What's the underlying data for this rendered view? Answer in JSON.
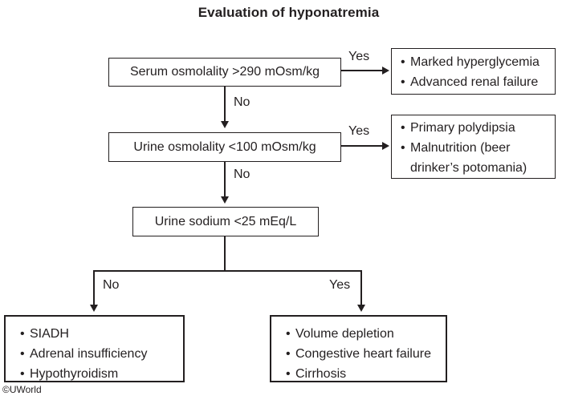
{
  "title": "Evaluation of hyponatremia",
  "watermark": "©UWorld",
  "colors": {
    "ink": "#231f20",
    "background": "#ffffff"
  },
  "flow": {
    "decision1": {
      "label": "Serum osmolality >290 mOsm/kg",
      "yes": "Yes",
      "no": "No"
    },
    "outcome1": {
      "items": [
        "Marked hyperglycemia",
        "Advanced renal failure"
      ]
    },
    "decision2": {
      "label": "Urine osmolality <100 mOsm/kg",
      "yes": "Yes",
      "no": "No"
    },
    "outcome2": {
      "items": [
        "Primary polydipsia",
        "Malnutrition (beer drinker’s potomania)"
      ]
    },
    "decision3": {
      "label": "Urine sodium <25 mEq/L",
      "yes": "Yes",
      "no": "No"
    },
    "outcome3_no": {
      "items": [
        "SIADH",
        "Adrenal insufficiency",
        "Hypothyroidism"
      ]
    },
    "outcome3_yes": {
      "items": [
        "Volume depletion",
        "Congestive heart failure",
        "Cirrhosis"
      ]
    }
  }
}
